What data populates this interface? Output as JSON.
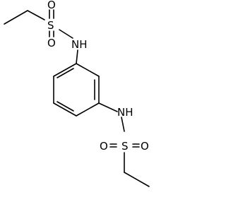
{
  "molecule": {
    "atoms": {
      "s1": "S",
      "o1": "O",
      "o2": "O",
      "n1": "NH",
      "s2": "S",
      "o3": "O",
      "o4": "O",
      "n2": "NH"
    }
  }
}
